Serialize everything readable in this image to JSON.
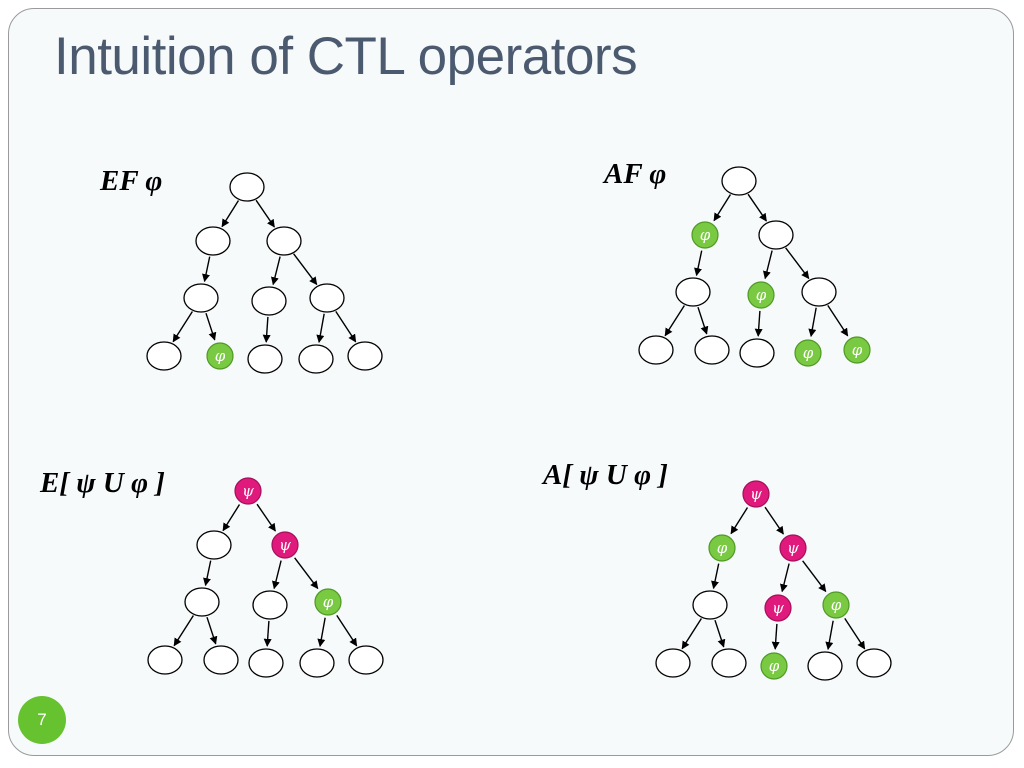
{
  "slide": {
    "title": "Intuition of CTL operators",
    "page_number": "7"
  },
  "colors": {
    "phi_fill": "#7ac943",
    "phi_stroke": "#4e9a25",
    "psi_fill": "#e0197d",
    "psi_stroke": "#a40f5a",
    "empty_fill": "#ffffff",
    "edge": "#000000"
  },
  "symbols": {
    "phi": "φ",
    "psi": "ψ"
  },
  "trees": [
    {
      "id": "ef",
      "label": "EF φ",
      "nodes": [
        "empty",
        "empty",
        "empty",
        "empty",
        "empty",
        "empty",
        "empty",
        "phi",
        "empty",
        "empty",
        "empty"
      ]
    },
    {
      "id": "af",
      "label": "AF φ",
      "nodes": [
        "empty",
        "phi",
        "empty",
        "empty",
        "phi",
        "empty",
        "empty",
        "empty",
        "empty",
        "phi",
        "phi"
      ]
    },
    {
      "id": "eu",
      "label": "E[ ψ U φ ]",
      "nodes": [
        "psi",
        "empty",
        "psi",
        "empty",
        "empty",
        "phi",
        "empty",
        "empty",
        "empty",
        "empty",
        "empty"
      ]
    },
    {
      "id": "au",
      "label": "A[ ψ U φ ]",
      "nodes": [
        "psi",
        "phi",
        "psi",
        "empty",
        "psi",
        "phi",
        "empty",
        "empty",
        "phi",
        "empty",
        "empty"
      ]
    }
  ]
}
